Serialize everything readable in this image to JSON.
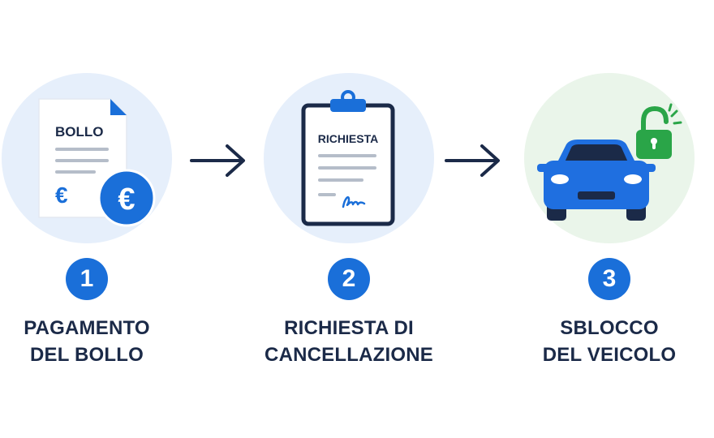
{
  "steps": [
    {
      "number": "1",
      "title_line1": "PAGAMENTO",
      "title_line2": "DEL BOLLO",
      "doc_label": "BOLLO",
      "currency_symbol": "€",
      "icon": "document-euro-icon"
    },
    {
      "number": "2",
      "title_line1": "RICHIESTA DI",
      "title_line2": "CANCELLAZIONE",
      "doc_label": "RICHIESTA",
      "icon": "clipboard-signature-icon"
    },
    {
      "number": "3",
      "title_line1": "SBLOCCO",
      "title_line2": "DEL VEICOLO",
      "icon": "car-unlocked-icon"
    }
  ],
  "colors": {
    "accent_blue": "#1a6fd9",
    "navy": "#1b2a48",
    "lock_green": "#2aa548",
    "circle_blue": "#e6effb",
    "circle_green": "#eaf5ea"
  }
}
